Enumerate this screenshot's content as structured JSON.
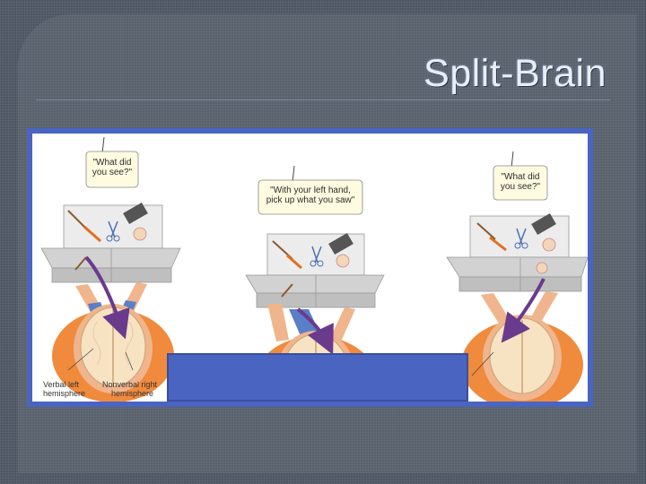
{
  "slide": {
    "title": "Split-Brain"
  },
  "figure": {
    "bubbles": [
      {
        "line1": "\"What did",
        "line2": "you see?\""
      },
      {
        "line1": "\"With your left hand,",
        "line2": "pick up what you saw\""
      },
      {
        "line1": "\"What did",
        "line2": "you see?\""
      }
    ],
    "hemispheres": {
      "left_label_line1": "Verbal left",
      "left_label_line2": "hemisphere",
      "right_label_line1": "Nonverbal right",
      "right_label_line2": "hemisphere"
    }
  },
  "colors": {
    "frame": "#4a64c2",
    "arrow": "#6a3a8c",
    "skin": "#f0b58c",
    "shirt": "#f08a3c",
    "desk": "#c9c9c9"
  }
}
